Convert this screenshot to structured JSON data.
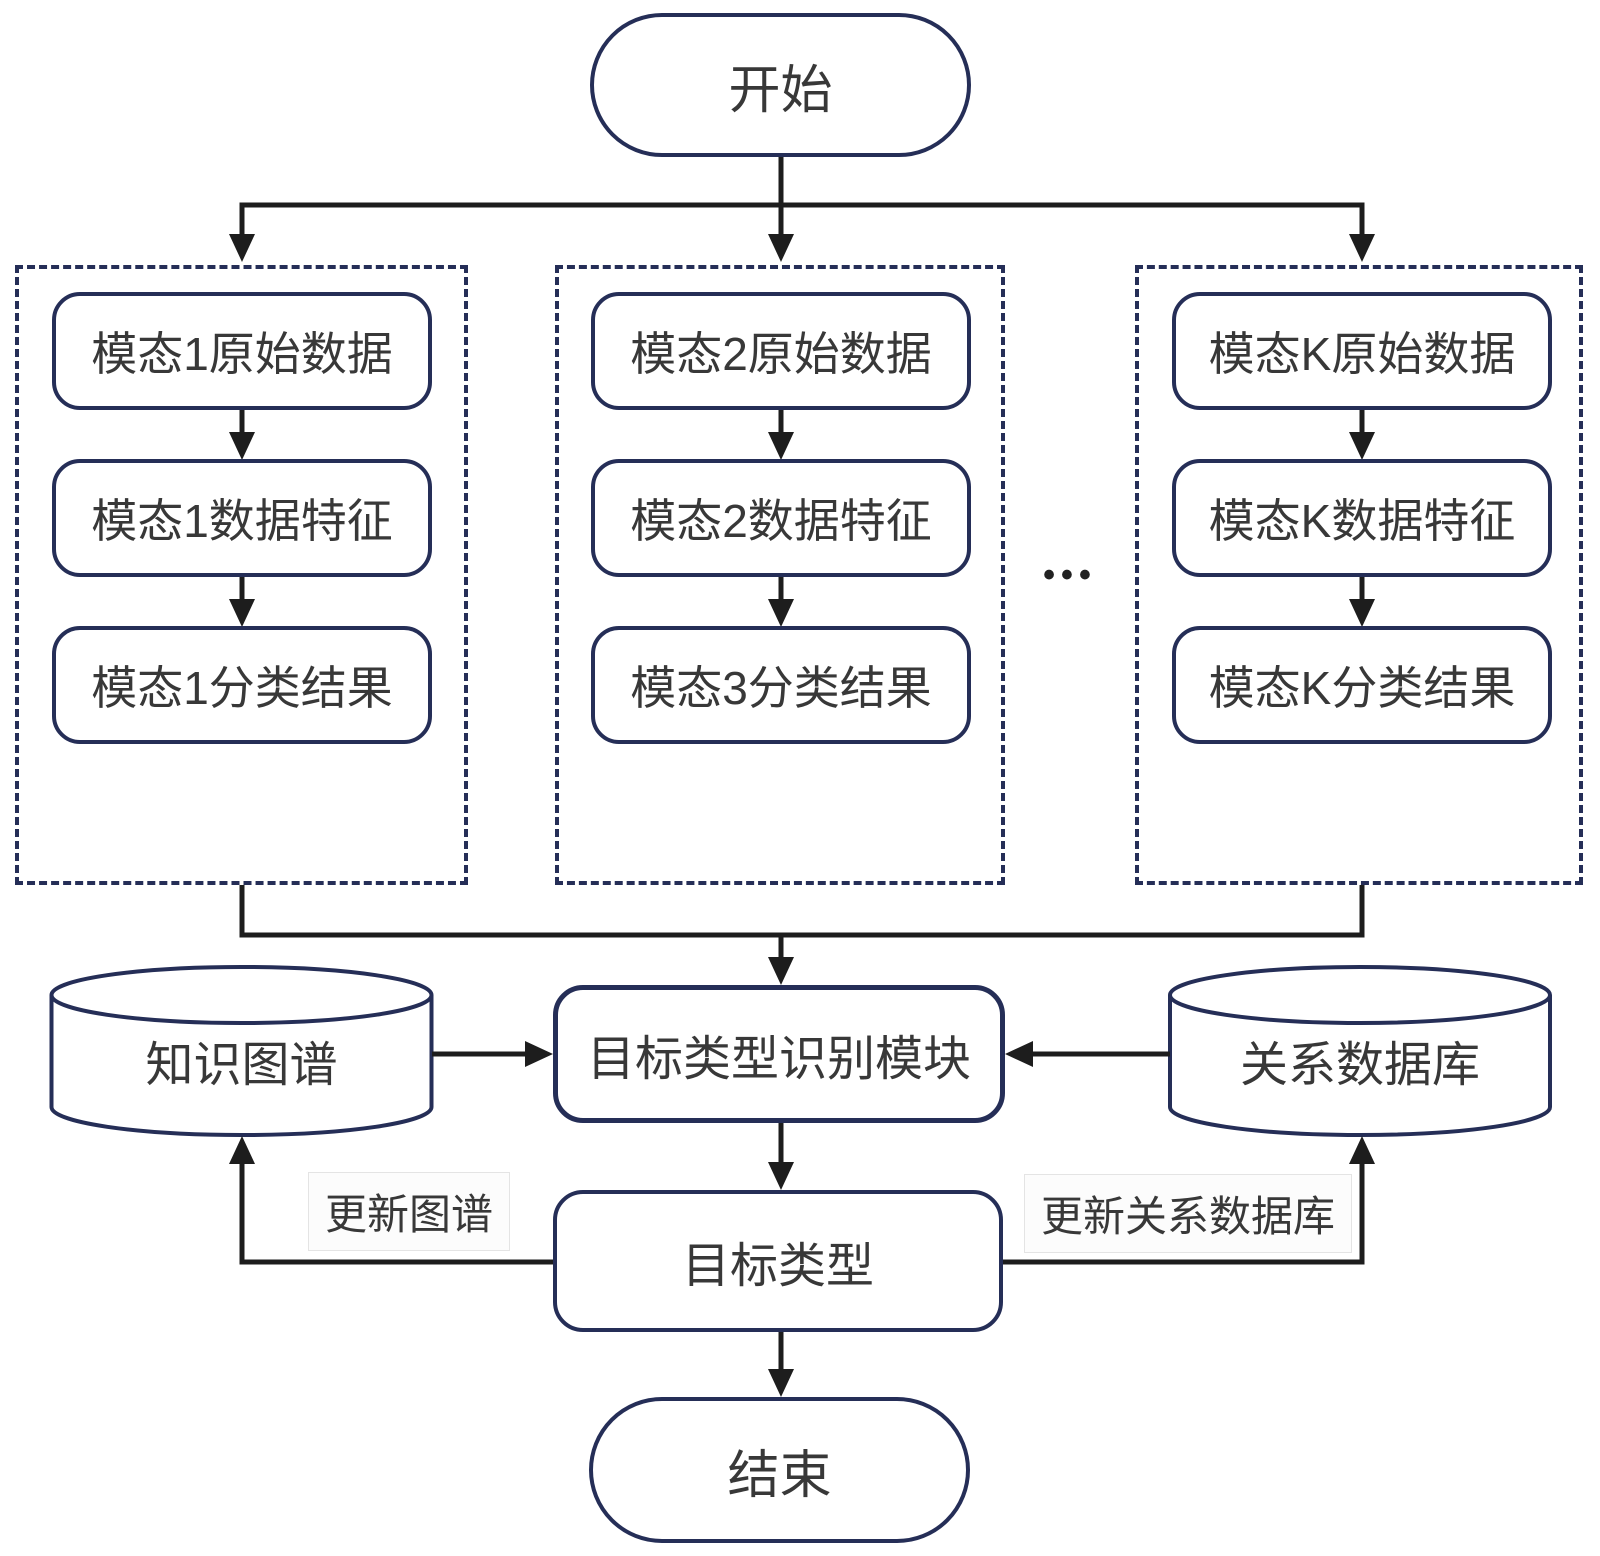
{
  "diagram": {
    "start_label": "开始",
    "end_label": "结束",
    "ellipsis": "•••",
    "columns": [
      {
        "boxes": [
          "模态1原始数据",
          "模态1数据特征",
          "模态1分类结果"
        ]
      },
      {
        "boxes": [
          "模态2原始数据",
          "模态2数据特征",
          "模态3分类结果"
        ]
      },
      {
        "boxes": [
          "模态K原始数据",
          "模态K数据特征",
          "模态K分类结果"
        ]
      }
    ],
    "knowledge_graph_label": "知识图谱",
    "relational_db_label": "关系数据库",
    "recognition_module_label": "目标类型识别模块",
    "target_type_label": "目标类型",
    "update_graph_label": "更新图谱",
    "update_db_label": "更新关系数据库",
    "colors": {
      "box_border": "#252e57",
      "connector": "#1d1d1d",
      "text": "#383838",
      "background": "#ffffff",
      "label_background": "#fcfcfc"
    }
  }
}
